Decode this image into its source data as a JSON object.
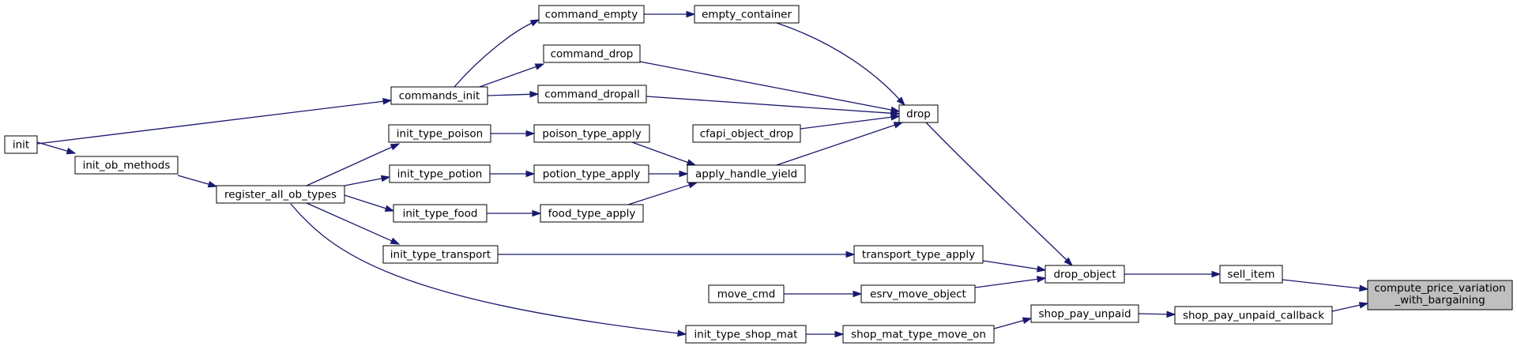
{
  "colors": {
    "edge": "#191970",
    "focus_fill": "#bfbfbf",
    "node_fill": "#ffffff",
    "border": "#000000"
  },
  "nodes": {
    "init": "init",
    "init_ob_methods": "init_ob_methods",
    "register_all_ob_types": "register_all_ob_types",
    "commands_init": "commands_init",
    "init_type_poison": "init_type_poison",
    "init_type_potion": "init_type_potion",
    "init_type_food": "init_type_food",
    "init_type_transport": "init_type_transport",
    "init_type_shop_mat": "init_type_shop_mat",
    "command_empty": "command_empty",
    "command_drop": "command_drop",
    "command_dropall": "command_dropall",
    "empty_container": "empty_container",
    "poison_type_apply": "poison_type_apply",
    "potion_type_apply": "potion_type_apply",
    "food_type_apply": "food_type_apply",
    "cfapi_object_drop": "cfapi_object_drop",
    "apply_handle_yield": "apply_handle_yield",
    "drop": "drop",
    "transport_type_apply": "transport_type_apply",
    "move_cmd": "move_cmd",
    "esrv_move_object": "esrv_move_object",
    "shop_mat_type_move_on": "shop_mat_type_move_on",
    "drop_object": "drop_object",
    "shop_pay_unpaid": "shop_pay_unpaid",
    "sell_item": "sell_item",
    "shop_pay_unpaid_callback": "shop_pay_unpaid_callback",
    "focus_line1": "compute_price_variation",
    "focus_line2": "_with_bargaining"
  },
  "edges": [
    [
      "init",
      "init_ob_methods"
    ],
    [
      "init",
      "commands_init"
    ],
    [
      "init_ob_methods",
      "register_all_ob_types"
    ],
    [
      "commands_init",
      "command_empty"
    ],
    [
      "commands_init",
      "command_drop"
    ],
    [
      "commands_init",
      "command_dropall"
    ],
    [
      "register_all_ob_types",
      "init_type_poison"
    ],
    [
      "register_all_ob_types",
      "init_type_potion"
    ],
    [
      "register_all_ob_types",
      "init_type_food"
    ],
    [
      "register_all_ob_types",
      "init_type_transport"
    ],
    [
      "register_all_ob_types",
      "init_type_shop_mat"
    ],
    [
      "command_empty",
      "empty_container"
    ],
    [
      "init_type_poison",
      "poison_type_apply"
    ],
    [
      "init_type_potion",
      "potion_type_apply"
    ],
    [
      "init_type_food",
      "food_type_apply"
    ],
    [
      "init_type_transport",
      "transport_type_apply"
    ],
    [
      "init_type_shop_mat",
      "shop_mat_type_move_on"
    ],
    [
      "poison_type_apply",
      "apply_handle_yield"
    ],
    [
      "potion_type_apply",
      "apply_handle_yield"
    ],
    [
      "food_type_apply",
      "apply_handle_yield"
    ],
    [
      "empty_container",
      "drop"
    ],
    [
      "command_drop",
      "drop"
    ],
    [
      "command_dropall",
      "drop"
    ],
    [
      "cfapi_object_drop",
      "drop"
    ],
    [
      "apply_handle_yield",
      "drop"
    ],
    [
      "move_cmd",
      "esrv_move_object"
    ],
    [
      "drop",
      "drop_object"
    ],
    [
      "transport_type_apply",
      "drop_object"
    ],
    [
      "esrv_move_object",
      "drop_object"
    ],
    [
      "shop_mat_type_move_on",
      "shop_pay_unpaid"
    ],
    [
      "drop_object",
      "sell_item"
    ],
    [
      "shop_pay_unpaid",
      "shop_pay_unpaid_callback"
    ],
    [
      "sell_item",
      "compute_price_variation_with_bargaining"
    ],
    [
      "shop_pay_unpaid_callback",
      "compute_price_variation_with_bargaining"
    ]
  ]
}
